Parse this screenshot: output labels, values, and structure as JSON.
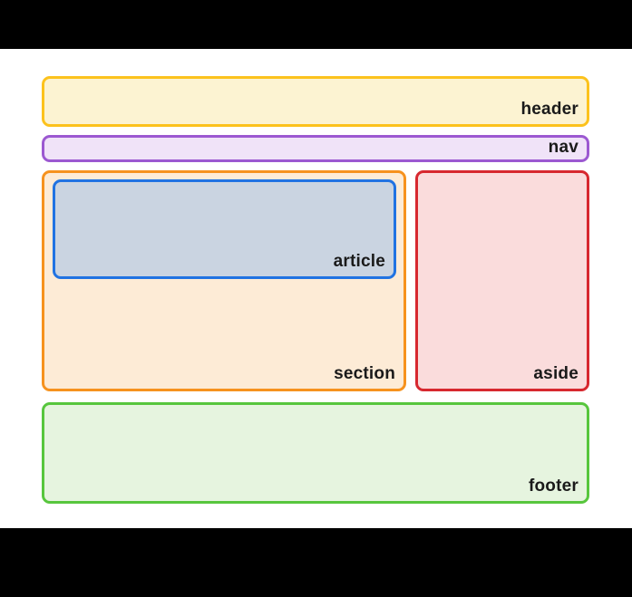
{
  "diagram": {
    "canvas_bg": "#ffffff",
    "letterbox_color": "#000000",
    "label_text_color": "#1a1a1a",
    "boxes": {
      "header": {
        "label": "header",
        "fill": "#fcf3d2",
        "border": "#fcc21d"
      },
      "nav": {
        "label": "nav",
        "fill": "#f0e3f8",
        "border": "#9c59d1"
      },
      "section": {
        "label": "section",
        "fill": "#fdebd6",
        "border": "#f6921e"
      },
      "article": {
        "label": "article",
        "fill": "#cad4e1",
        "border": "#2173e2"
      },
      "aside": {
        "label": "aside",
        "fill": "#fadcdc",
        "border": "#d7282f"
      },
      "footer": {
        "label": "footer",
        "fill": "#e6f4df",
        "border": "#57c63d"
      }
    }
  }
}
